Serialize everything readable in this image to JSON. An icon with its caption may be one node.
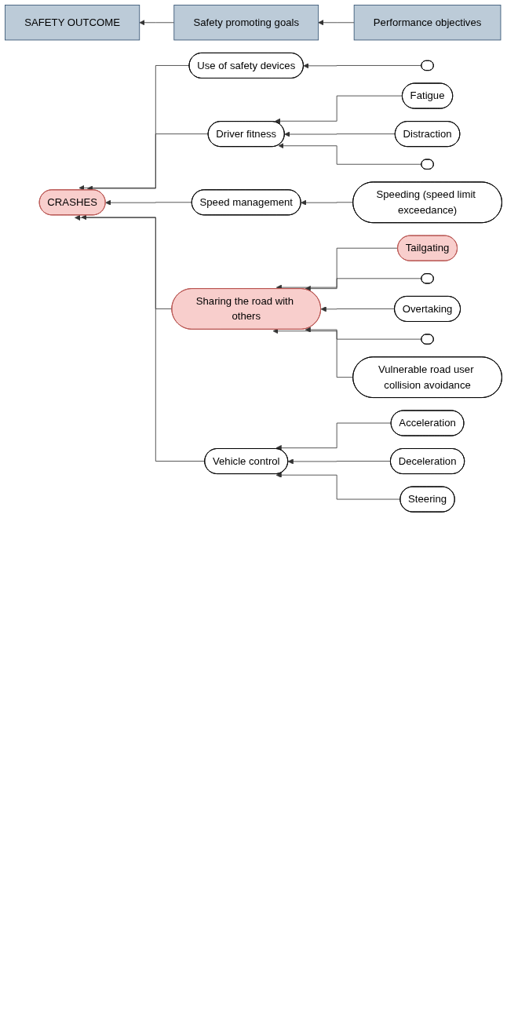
{
  "diagram": {
    "nodes": [
      {
        "text": [
          "SAFETY OUTCOME"
        ]
      },
      {
        "text": [
          "Safety promoting goals"
        ]
      },
      {
        "text": [
          "Performance objectives"
        ]
      },
      {
        "text": [
          "CRASHES"
        ]
      },
      {
        "text": [
          "Use of safety devices"
        ]
      },
      {
        "text": [
          "Driver fitness"
        ]
      },
      {
        "text": [
          "Speed management"
        ]
      },
      {
        "text": [
          "Sharing the road with others"
        ]
      },
      {
        "text": [
          "Vehicle control"
        ]
      },
      {
        "text": [],
        "shape": "box"
      },
      {
        "text": [
          "Fatigue"
        ]
      },
      {
        "text": [
          "Distraction"
        ]
      },
      {
        "text": [],
        "shape": "box"
      },
      {
        "text": [
          "Speeding (speed limit exceedance)"
        ]
      },
      {
        "text": [
          "Tailgating"
        ]
      },
      {
        "text": [],
        "shape": "box"
      },
      {
        "text": [
          "Overtaking"
        ]
      },
      {
        "text": [],
        "shape": "box"
      },
      {
        "text": [
          "Vulnerable road user collision avoidance"
        ]
      },
      {
        "text": [
          "Acceleration"
        ]
      },
      {
        "text": [
          "Deceleration"
        ]
      },
      {
        "text": [
          "Steering"
        ]
      }
    ],
    "edges": [
      {
        "from": 2,
        "to": 1,
        "arrow": "to"
      },
      {
        "from": 1,
        "to": 0,
        "arrow": "to"
      },
      {
        "from": 4,
        "to": 3,
        "arrow": "to"
      },
      {
        "from": 5,
        "to": 3,
        "arrow": "to"
      },
      {
        "from": 6,
        "to": 3,
        "arrow": "to"
      },
      {
        "from": 7,
        "to": 3,
        "arrow": "to"
      },
      {
        "from": 8,
        "to": 3,
        "arrow": "to"
      },
      {
        "from": 9,
        "to": 4,
        "arrow": "to"
      },
      {
        "from": 10,
        "to": 5,
        "arrow": "to"
      },
      {
        "from": 11,
        "to": 5,
        "arrow": "to"
      },
      {
        "from": 12,
        "to": 5,
        "arrow": "to"
      },
      {
        "from": 13,
        "to": 6,
        "arrow": "to"
      },
      {
        "from": 14,
        "to": 7,
        "arrow": "to"
      },
      {
        "from": 15,
        "to": 7,
        "arrow": "to"
      },
      {
        "from": 16,
        "to": 7,
        "arrow": "to"
      },
      {
        "from": 17,
        "to": 7,
        "arrow": "to"
      },
      {
        "from": 18,
        "to": 7,
        "arrow": "to"
      },
      {
        "from": 19,
        "to": 8,
        "arrow": "to"
      },
      {
        "from": 20,
        "to": 8,
        "arrow": "to"
      },
      {
        "from": 21,
        "to": 8,
        "arrow": "to"
      }
    ]
  }
}
